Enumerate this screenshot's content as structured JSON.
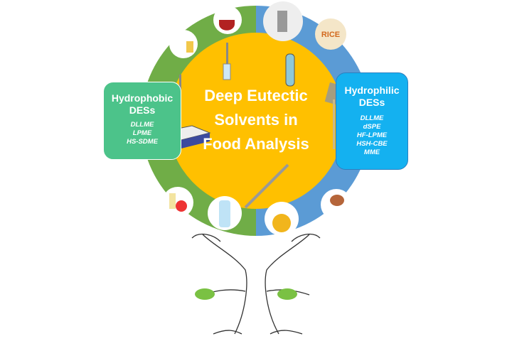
{
  "title": [
    "Deep Eutectic",
    "Solvents in",
    "Food Analysis"
  ],
  "hydrophobic": {
    "heading": [
      "Hydrophobic",
      "DESs"
    ],
    "methods": [
      "DLLME",
      "LPME",
      "HS-SDME"
    ]
  },
  "hydrophilic": {
    "heading": [
      "Hydrophilic",
      "DESs"
    ],
    "methods": [
      "DLLME",
      "dSPE",
      "HF-LPME",
      "HSH-CBE",
      "MME"
    ]
  },
  "rice_label": "RICE",
  "colors": {
    "ring_left": "#70ad47",
    "ring_right": "#5b9bd5",
    "center": "#ffc000",
    "hydrophobic": "#4cc38a",
    "hydrophilic": "#14b1f0"
  }
}
